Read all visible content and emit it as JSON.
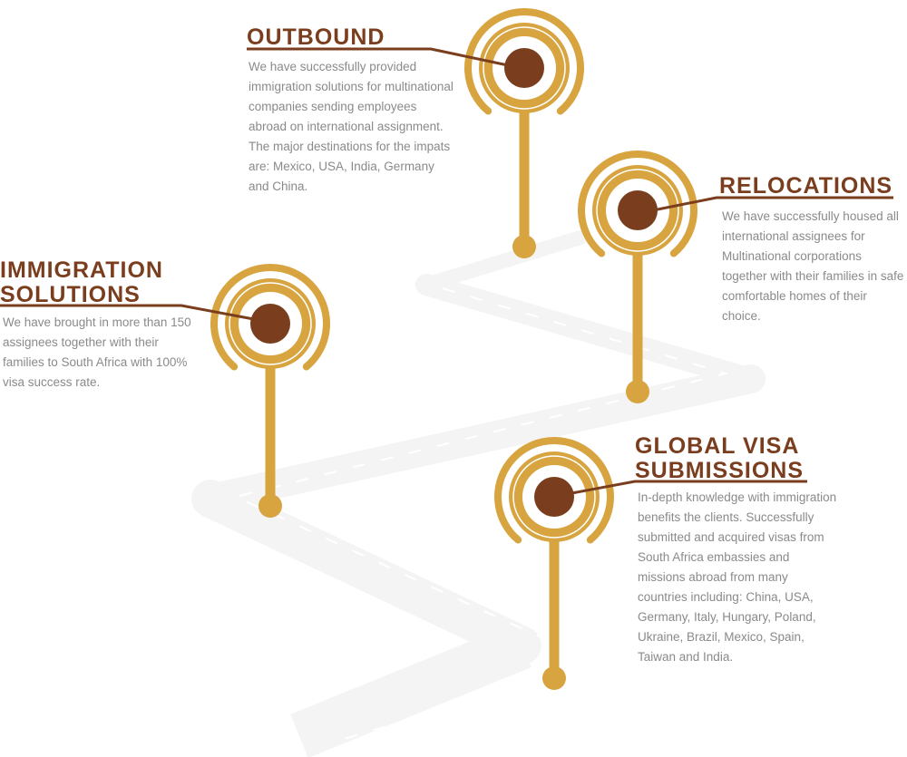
{
  "colors": {
    "gold": "#d7a440",
    "brown": "#7a3e1e",
    "road": "#c9cacb",
    "text": "#8a8a8a"
  },
  "milestones": [
    {
      "id": "outbound",
      "title": "OUTBOUND",
      "body": "We have successfully provided immigration solutions for multinational companies sending employees abroad on international assignment. The major destinations for the impats are: Mexico, USA, India, Germany and China."
    },
    {
      "id": "relocations",
      "title": "RELOCATIONS",
      "body": "We have successfully housed all international assignees for Multinational corporations together with their families in safe comfortable homes of their choice."
    },
    {
      "id": "immigration",
      "title": "IMMIGRATION SOLUTIONS",
      "body": "We have brought in more than 150 assignees together with their families to South Africa with 100% visa success rate."
    },
    {
      "id": "global-visa",
      "title": "GLOBAL VISA SUBMISSIONS",
      "body": "In-depth knowledge with immigration benefits the clients. Successfully submitted and acquired visas from South Africa embassies and missions abroad from many countries including: China, USA, Germany, Italy, Hungary, Poland, Ukraine, Brazil, Mexico, Spain, Taiwan and India."
    }
  ]
}
